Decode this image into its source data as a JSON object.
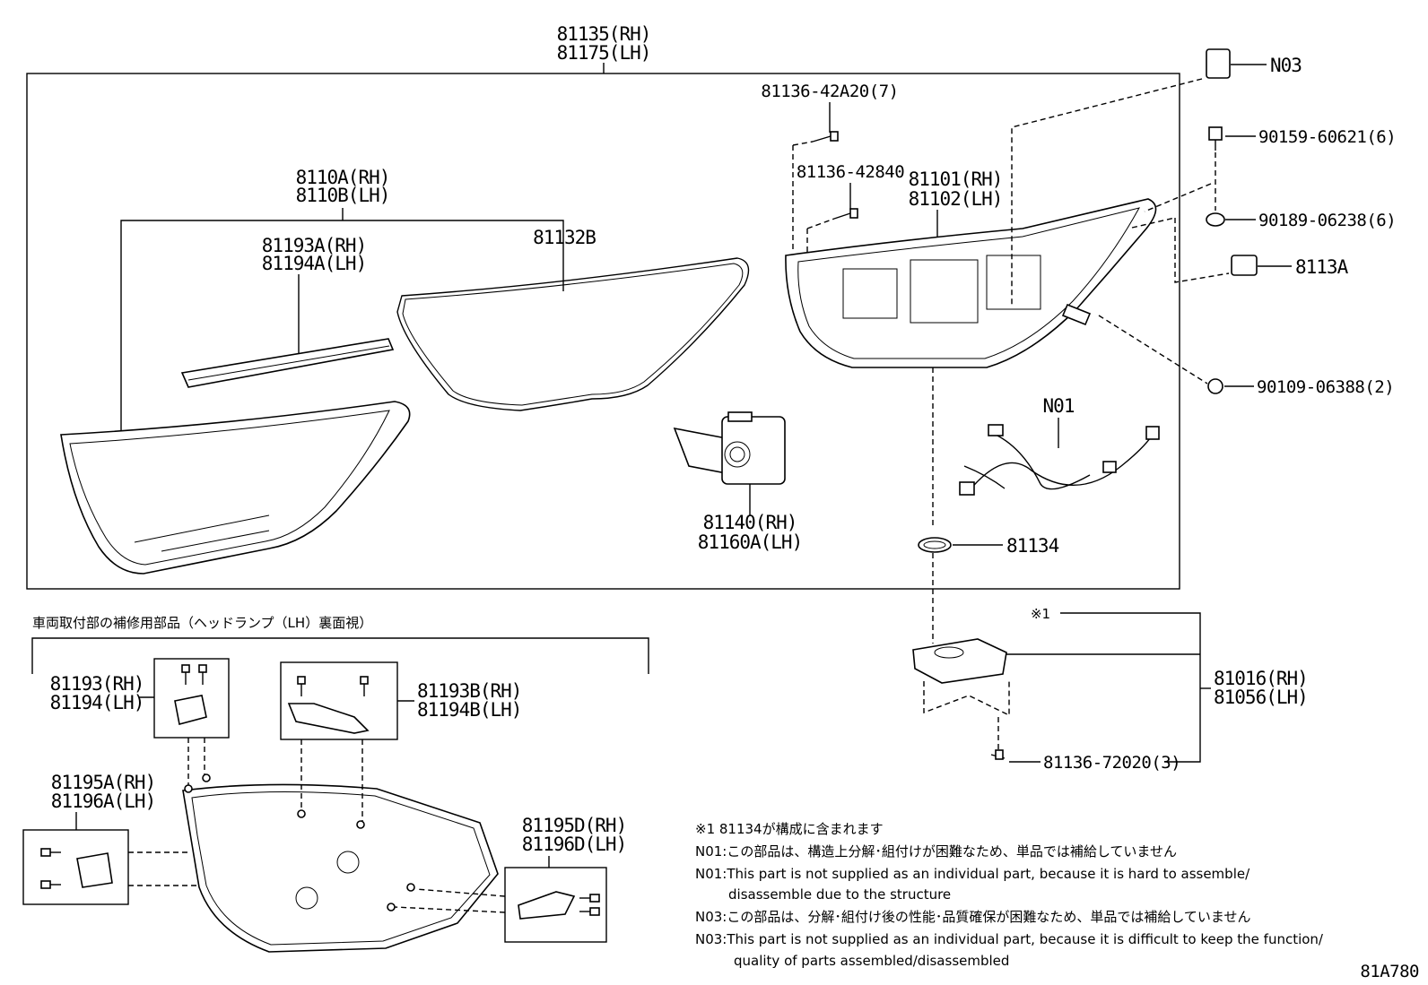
{
  "labels": {
    "assy_rh": "81135(RH)",
    "assy_lh": "81175(LH)",
    "lens_rh": "8110A(RH)",
    "lens_lh": "8110B(LH)",
    "strip_rh": "81193A(RH)",
    "strip_lh": "81194A(LH)",
    "gasket": "81132B",
    "screw_a": "81136-42A20(7)",
    "screw_b": "81136-42840",
    "housing_rh": "81101(RH)",
    "housing_lh": "81102(LH)",
    "n03": "N03",
    "bolt_1": "90159-60621(6)",
    "nut_1": "90189-06238(6)",
    "clip": "8113A",
    "bolt_2": "90109-06388(2)",
    "n01": "N01",
    "proj_rh": "81140(RH)",
    "proj_lh": "81160A(LH)",
    "ring": "81134",
    "note_mark": "※1",
    "comp_rh": "81016(RH)",
    "comp_lh": "81056(LH)",
    "screw_c": "81136-72020(3)",
    "section_title": "車両取付部の補修用部品（ヘッドランプ（LH）裏面視）",
    "br1_rh": "81193(RH)",
    "br1_lh": "81194(LH)",
    "br2_rh": "81193B(RH)",
    "br2_lh": "81194B(LH)",
    "br3_rh": "81195A(RH)",
    "br3_lh": "81196A(LH)",
    "br4_rh": "81195D(RH)",
    "br4_lh": "81196D(LH)",
    "diagram_id": "81A780"
  },
  "notes": [
    "※1 81134が構成に含まれます",
    "N01:この部品は、構造上分解･組付けが困難なため、単品では補給していません",
    "N01:This part is not supplied as an individual part, because it is hard to assemble/",
    "disassemble due to the structure",
    "N03:この部品は、分解･組付け後の性能･品質確保が困難なため、単品では補給していません",
    "N03:This part is not supplied as an individual part, because it is difficult to keep the function/",
    "quality of parts assembled/disassembled"
  ]
}
